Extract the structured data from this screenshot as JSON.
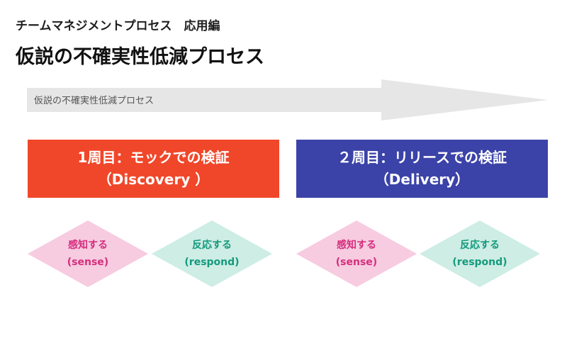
{
  "header": {
    "subtitle": "チームマネジメントプロセス　応用編",
    "title": "仮説の不確実性低減プロセス"
  },
  "arrow": {
    "label": "仮説の不確実性低減プロセス",
    "color": "#e6e6e6"
  },
  "phases": [
    {
      "title": "1周目：モックでの検証",
      "subtitle": "（Discovery ）",
      "color": "#f0472a",
      "steps": [
        {
          "label": "感知する",
          "sub": "(sense)",
          "fill": "#f7cbe0"
        },
        {
          "label": "反応する",
          "sub": "(respond)",
          "fill": "#cdede5"
        }
      ]
    },
    {
      "title": "２周目：リリースでの検証",
      "subtitle": "（Delivery）",
      "color": "#3b43a8",
      "steps": [
        {
          "label": "感知する",
          "sub": "(sense)",
          "fill": "#f7cbe0"
        },
        {
          "label": "反応する",
          "sub": "(respond)",
          "fill": "#cdede5"
        }
      ]
    }
  ]
}
